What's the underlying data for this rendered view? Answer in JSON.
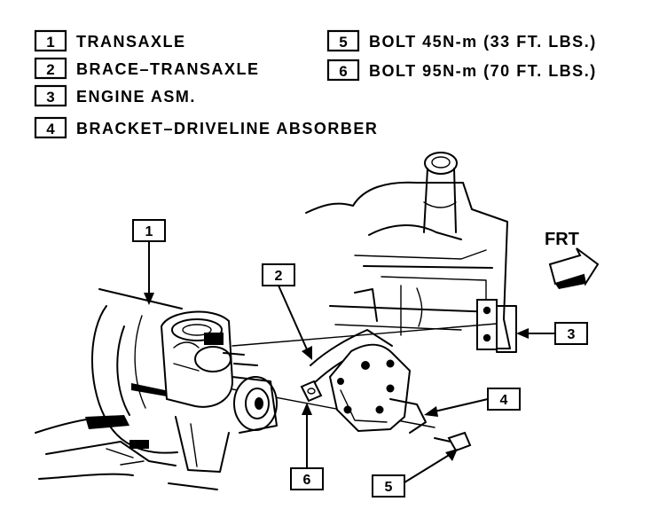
{
  "legend": [
    {
      "num": "1",
      "text": "TRANSAXLE"
    },
    {
      "num": "2",
      "text": "BRACE–TRANSAXLE"
    },
    {
      "num": "3",
      "text": "ENGINE ASM."
    },
    {
      "num": "4",
      "text": "BRACKET–DRIVELINE ABSORBER"
    },
    {
      "num": "5",
      "text": "BOLT 45N-m (33 FT. LBS.)"
    },
    {
      "num": "6",
      "text": "BOLT 95N-m (70 FT. LBS.)"
    }
  ],
  "callouts": [
    "1",
    "2",
    "3",
    "4",
    "5",
    "6"
  ],
  "direction_label": "FRT"
}
